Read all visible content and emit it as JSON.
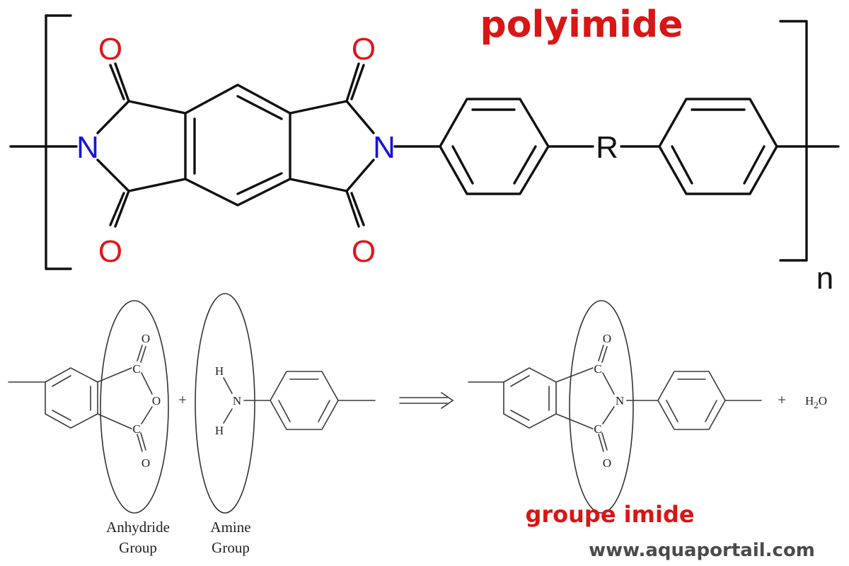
{
  "title": "polyimide",
  "subtitle": "groupe imide",
  "watermark": "www.aquaportail.com",
  "repeat_subscript": "n",
  "atoms": {
    "oxygen": "O",
    "nitrogen": "N",
    "r_group": "R",
    "carbon": "C",
    "hydrogen": "H",
    "plus": "+",
    "water_h": "H",
    "water_sub": "2",
    "water_o": "O"
  },
  "labels": {
    "anhydride_line1": "Anhydride",
    "anhydride_line2": "Group",
    "amine_line1": "Amine",
    "amine_line2": "Group"
  },
  "colors": {
    "oxygen": "#e0161b",
    "nitrogen": "#1414dc",
    "bond": "#111111",
    "title": "#d81616",
    "watermark": "#4a4a4a"
  }
}
